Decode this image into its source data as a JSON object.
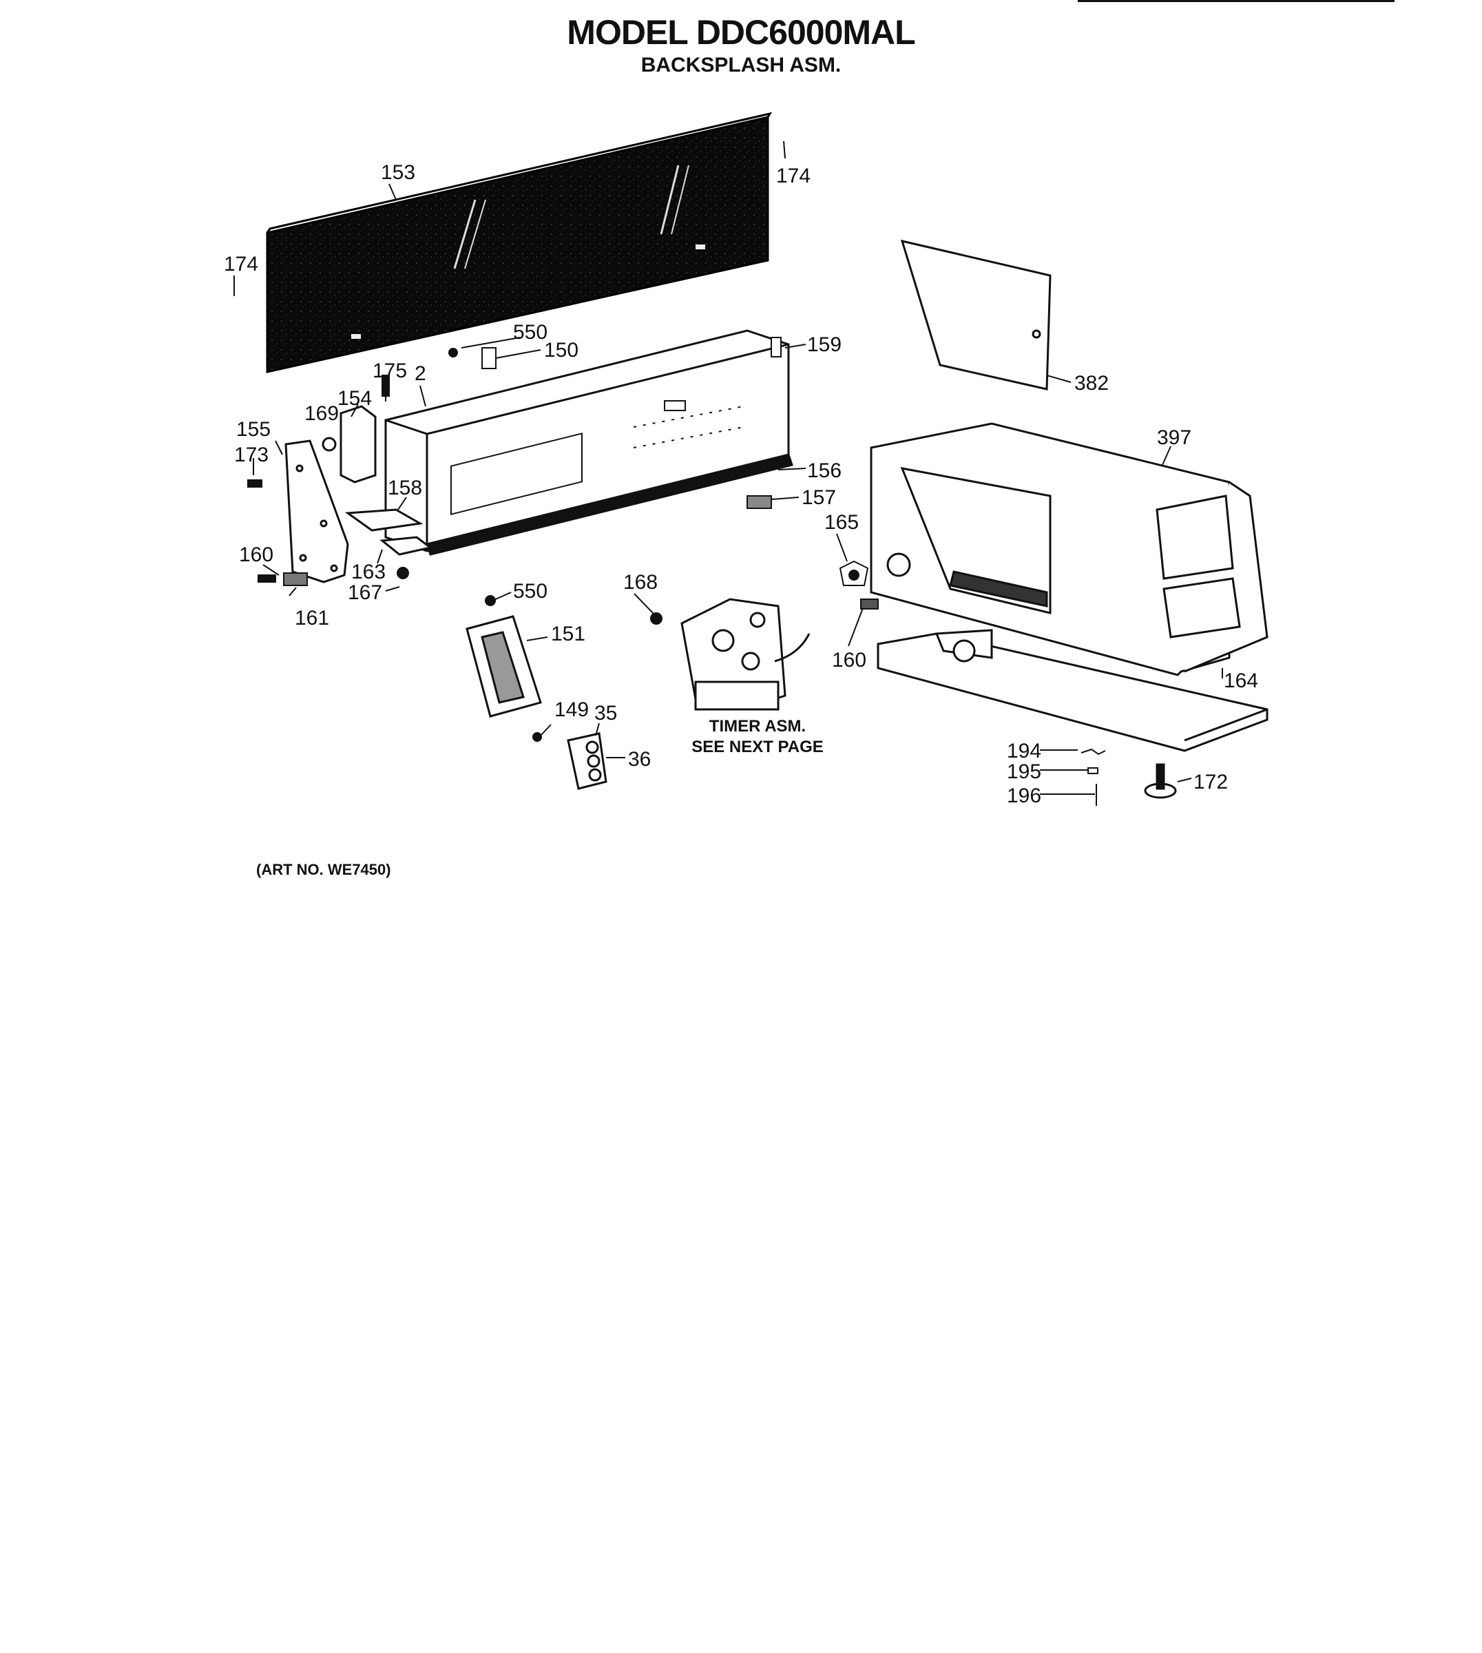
{
  "header": {
    "title": "MODEL DDC6000MAL",
    "subtitle": "BACKSPLASH ASM."
  },
  "note": {
    "line1": "TIMER ASM.",
    "line2": "SEE NEXT PAGE"
  },
  "art_number": "(ART NO. WE7450)",
  "callouts": {
    "c153": "153",
    "c174a": "174",
    "c174b": "174",
    "c550a": "550",
    "c150": "150",
    "c159": "159",
    "c382": "382",
    "c175": "175",
    "c2": "2",
    "c154": "154",
    "c169": "169",
    "c155": "155",
    "c173": "173",
    "c158": "158",
    "c156": "156",
    "c157": "157",
    "c397": "397",
    "c165": "165",
    "c160a": "160",
    "c163": "163",
    "c167": "167",
    "c161": "161",
    "c550b": "550",
    "c168": "168",
    "c151": "151",
    "c160b": "160",
    "c164": "164",
    "c149": "149",
    "c35": "35",
    "c36": "36",
    "c194": "194",
    "c195": "195",
    "c196": "196",
    "c172": "172"
  }
}
